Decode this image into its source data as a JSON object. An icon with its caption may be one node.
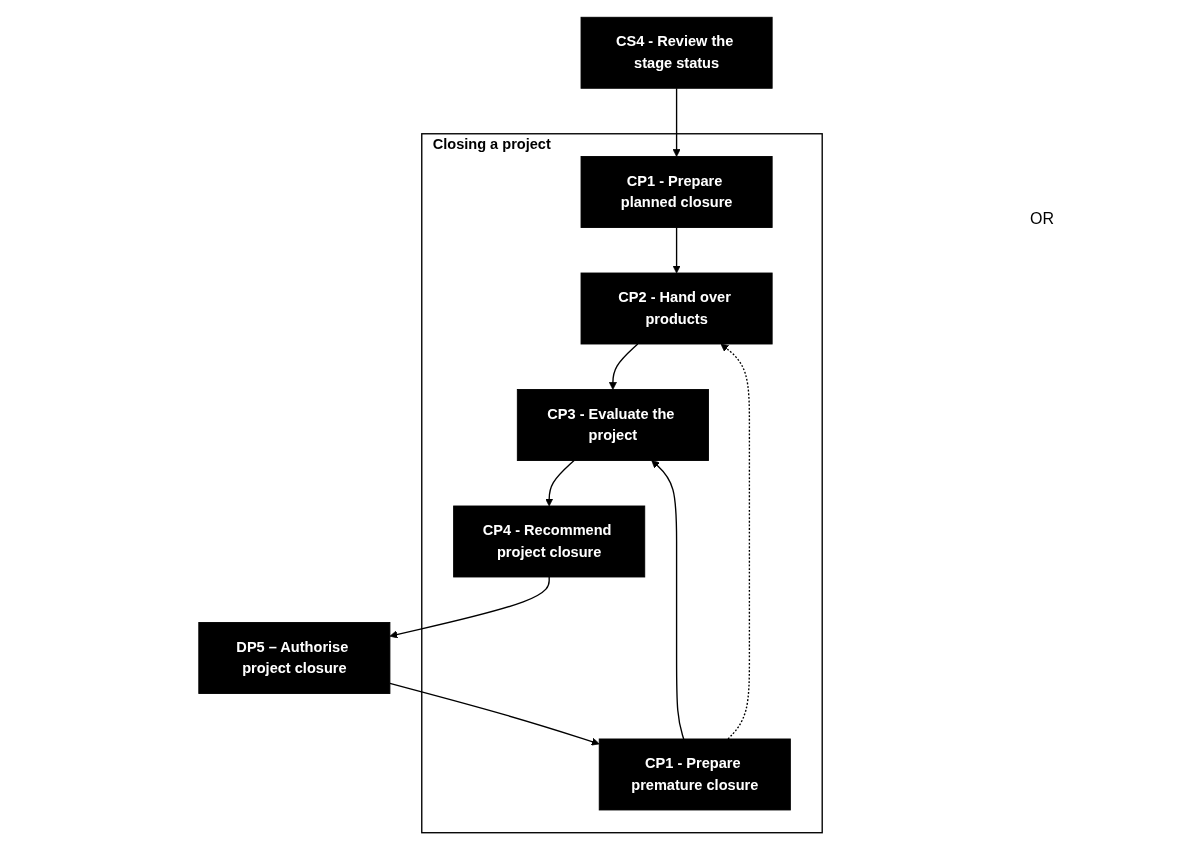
{
  "diagram": {
    "nodes": [
      {
        "text": [
          "Closing a project"
        ]
      },
      {
        "text": [
          "DP5 – Authorise project closure"
        ]
      },
      {
        "text": [
          "CS4 - Review the stage status"
        ]
      },
      {
        "text": [
          "CP1 - Prepare planned closure"
        ],
        "in": 0
      },
      {
        "text": [
          "CP1 - Prepare premature closure"
        ],
        "in": 0
      },
      {
        "text": [
          "CP2 - Hand over products"
        ],
        "in": 0
      },
      {
        "text": [
          "CP3 - Evaluate the project"
        ],
        "in": 0
      },
      {
        "text": [
          "CP4 - Recommend project closure"
        ],
        "in": 0
      }
    ],
    "edges": [
      {
        "from": 1,
        "to": 4,
        "arrow": "to"
      },
      {
        "from": 2,
        "to": 3,
        "arrow": "to"
      },
      {
        "from": 3,
        "to": 5,
        "arrow": "to"
      },
      {
        "from": 4,
        "to": 5,
        "arrow": "to",
        "style": "dashed"
      },
      {
        "from": 4,
        "to": 6,
        "arrow": "to"
      },
      {
        "from": 5,
        "to": 6,
        "arrow": "to"
      },
      {
        "from": 6,
        "to": 7,
        "arrow": "to"
      },
      {
        "from": 7,
        "to": 1,
        "arrow": "to"
      }
    ],
    "labels": [
      "OR"
    ]
  }
}
